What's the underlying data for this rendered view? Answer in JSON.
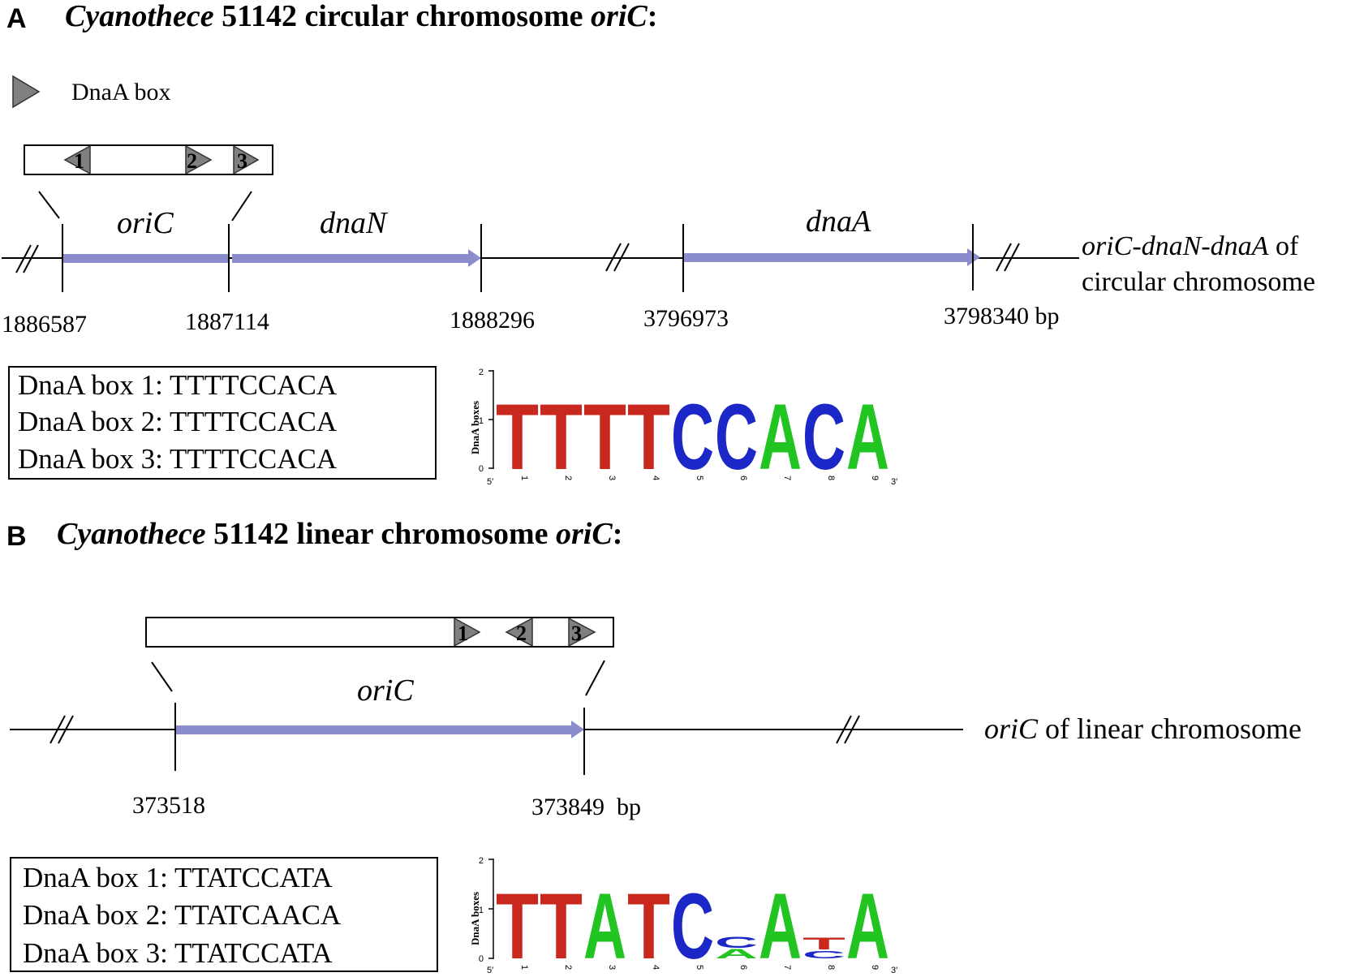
{
  "panel_a": {
    "label": "A",
    "title_italic": "Cyanothece",
    "title_plain": " 51142 circular chromosome ",
    "title_oric": "oriC",
    "title_colon": ":",
    "legend_label": "DnaA box",
    "box_numbers": [
      "1",
      "2",
      "3"
    ],
    "genes": {
      "oric": "oriC",
      "dnan": "dnaN",
      "dnaa": "dnaA"
    },
    "positions": [
      "1886587",
      "1887114",
      "1888296",
      "3796973",
      "3798340 bp"
    ],
    "side_label_line1": "oriC-dnaN-dnaA",
    "side_label_line1_suffix": " of",
    "side_label_line2": "circular chromosome",
    "sequences": [
      "DnaA box 1: TTTTCCACA",
      "DnaA box 2: TTTTCCACA",
      "DnaA box 3: TTTTCCACA"
    ],
    "logo": {
      "ylabel": "DnaA boxes",
      "yticks": [
        "2",
        "1",
        "0"
      ],
      "xticks": [
        "1",
        "2",
        "3",
        "4",
        "5",
        "6",
        "7",
        "8",
        "9"
      ],
      "end5": "5′",
      "end3": "3′"
    }
  },
  "panel_b": {
    "label": "B",
    "title_italic": "Cyanothece",
    "title_plain": " 51142 linear chromosome ",
    "title_oric": "oriC",
    "title_colon": ":",
    "box_numbers": [
      "1",
      "2",
      "3"
    ],
    "genes": {
      "oric": "oriC"
    },
    "positions": [
      "373518",
      "373849  bp"
    ],
    "side_label_italic": "oriC",
    "side_label_rest": " of linear chromosome",
    "sequences": [
      "DnaA box 1: TTATCCATA",
      "DnaA box 2: TTATCAACA",
      "DnaA box 3: TTATCCATA"
    ],
    "logo": {
      "ylabel": "DnaA boxes",
      "yticks": [
        "2",
        "1",
        "0"
      ],
      "xticks": [
        "1",
        "2",
        "3",
        "4",
        "5",
        "6",
        "7",
        "8",
        "9"
      ],
      "end5": "5′",
      "end3": "3′"
    }
  },
  "colors": {
    "gene_arrow": "#8b8ccc",
    "base_T": "#c8281e",
    "base_C": "#1b27c6",
    "base_A": "#22c422",
    "box_triangle": "#808080"
  }
}
